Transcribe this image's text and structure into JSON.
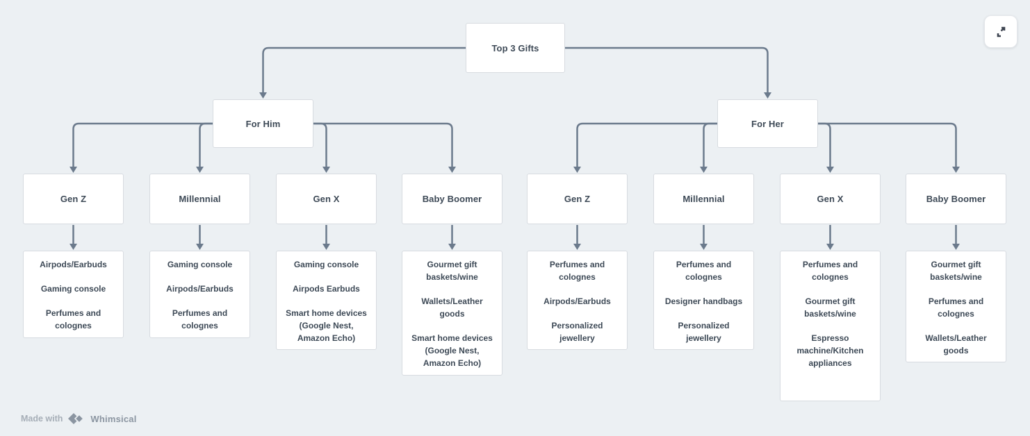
{
  "colors": {
    "background": "#ecf0f3",
    "node_background": "#ffffff",
    "node_border": "#d7dbe0",
    "node_text": "#3d4956",
    "connector": "#6b7a8c",
    "footer_text": "#a6aeb7",
    "brand_text": "#8b95a1"
  },
  "root": {
    "label": "Top 3 Gifts"
  },
  "branches": [
    {
      "label": "For Him",
      "groups": [
        {
          "label": "Gen Z",
          "items": [
            "Airpods/Earbuds",
            "Gaming console",
            "Perfumes and colognes"
          ]
        },
        {
          "label": "Millennial",
          "items": [
            "Gaming console",
            "Airpods/Earbuds",
            "Perfumes and colognes"
          ]
        },
        {
          "label": "Gen X",
          "items": [
            "Gaming console",
            "Airpods Earbuds",
            "Smart home devices (Google Nest, Amazon Echo)"
          ]
        },
        {
          "label": "Baby Boomer",
          "items": [
            "Gourmet gift baskets/wine",
            "Wallets/Leather goods",
            "Smart home devices (Google Nest, Amazon Echo)"
          ]
        }
      ]
    },
    {
      "label": "For Her",
      "groups": [
        {
          "label": "Gen Z",
          "items": [
            "Perfumes and colognes",
            "Airpods/Earbuds",
            "Personalized jewellery"
          ]
        },
        {
          "label": "Millennial",
          "items": [
            "Perfumes and colognes",
            "Designer handbags",
            "Personalized jewellery"
          ]
        },
        {
          "label": "Gen X",
          "items": [
            "Perfumes and colognes",
            "Gourmet gift baskets/wine",
            "Espresso machine/Kitchen appliances"
          ]
        },
        {
          "label": "Baby Boomer",
          "items": [
            "Gourmet gift baskets/wine",
            "Perfumes and colognes",
            "Wallets/Leather goods"
          ]
        }
      ]
    }
  ],
  "footer": {
    "made_with": "Made with",
    "brand": "Whimsical"
  },
  "controls": {
    "expand_button": "expand-icon"
  }
}
